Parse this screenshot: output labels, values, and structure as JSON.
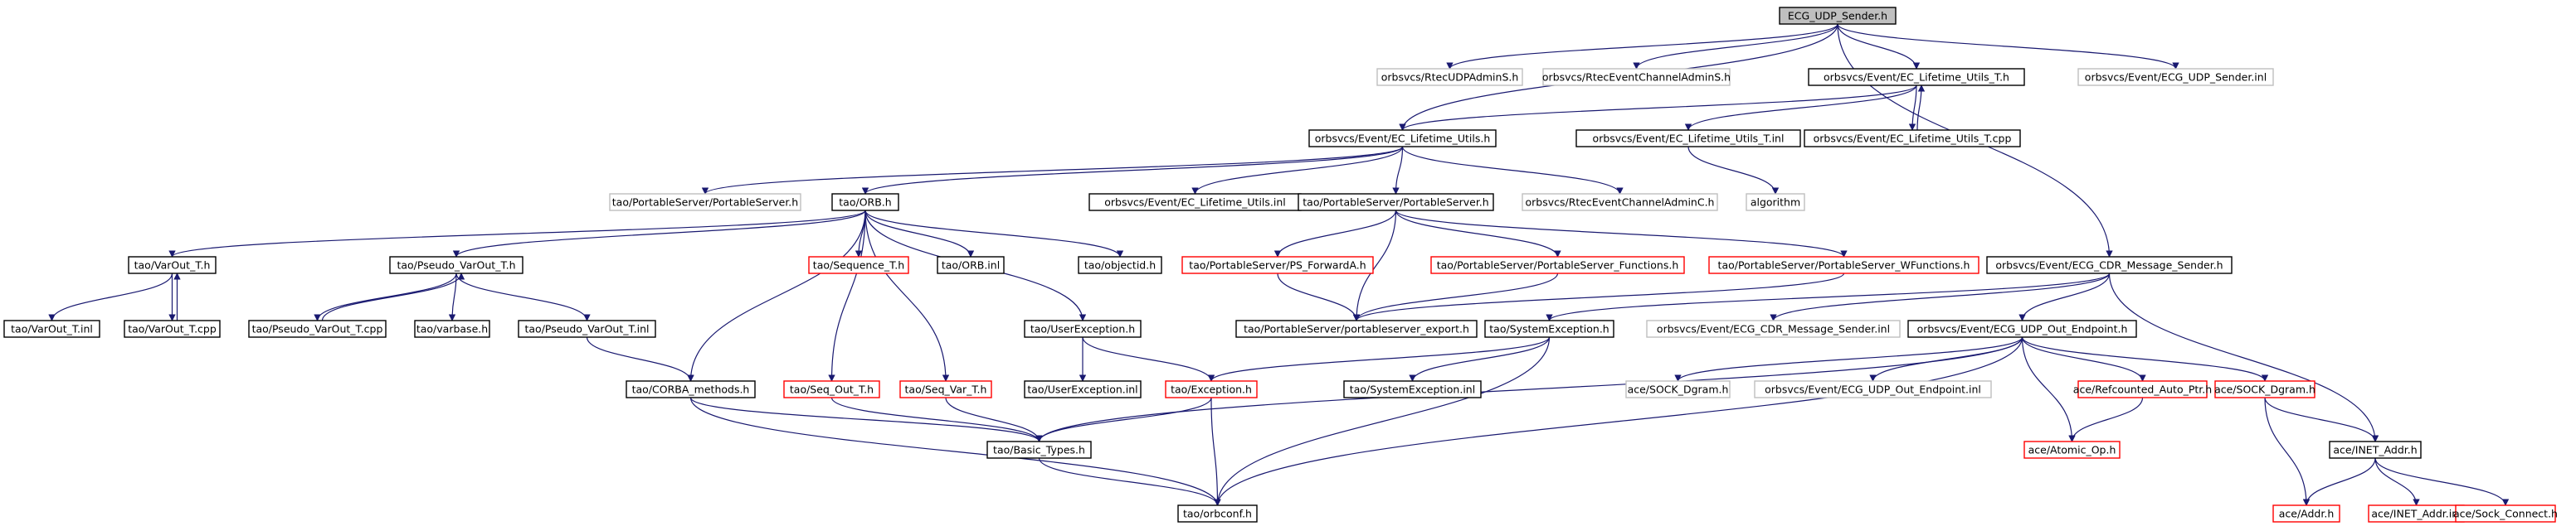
{
  "colors": {
    "edge": "#191970",
    "root_fill": "#bfbfbf",
    "border_black": "#000000",
    "border_red": "#ff0000",
    "border_gray": "#bfbfbf"
  },
  "nodes": [
    {
      "id": "root",
      "label": "ECG_UDP_Sender.h",
      "style": "root"
    },
    {
      "id": "rudp",
      "label": "orbsvcs/RtecUDPAdminS.h",
      "style": "gray"
    },
    {
      "id": "recas",
      "label": "orbsvcs/RtecEventChannelAdminS.h",
      "style": "gray"
    },
    {
      "id": "lut_h",
      "label": "orbsvcs/Event/EC_Lifetime_Utils_T.h",
      "style": "black"
    },
    {
      "id": "sender_inl",
      "label": "orbsvcs/Event/ECG_UDP_Sender.inl",
      "style": "gray"
    },
    {
      "id": "lu_h",
      "label": "orbsvcs/Event/EC_Lifetime_Utils.h",
      "style": "black"
    },
    {
      "id": "lut_inl",
      "label": "orbsvcs/Event/EC_Lifetime_Utils_T.inl",
      "style": "black"
    },
    {
      "id": "lut_cpp",
      "label": "orbsvcs/Event/EC_Lifetime_Utils_T.cpp",
      "style": "black"
    },
    {
      "id": "ps_ps1",
      "label": "tao/PortableServer/PortableServer.h",
      "style": "gray"
    },
    {
      "id": "orb_h",
      "label": "tao/ORB.h",
      "style": "black"
    },
    {
      "id": "lu_inl",
      "label": "orbsvcs/Event/EC_Lifetime_Utils.inl",
      "style": "black"
    },
    {
      "id": "ps_ps2",
      "label": "tao/PortableServer/PortableServer.h",
      "style": "black"
    },
    {
      "id": "recac",
      "label": "orbsvcs/RtecEventChannelAdminC.h",
      "style": "gray"
    },
    {
      "id": "algorithm",
      "label": "algorithm",
      "style": "gray"
    },
    {
      "id": "varout_h",
      "label": "tao/VarOut_T.h",
      "style": "black"
    },
    {
      "id": "pvarout_h",
      "label": "tao/Pseudo_VarOut_T.h",
      "style": "black"
    },
    {
      "id": "seq_t",
      "label": "tao/Sequence_T.h",
      "style": "red"
    },
    {
      "id": "orb_inl",
      "label": "tao/ORB.inl",
      "style": "black"
    },
    {
      "id": "objectid",
      "label": "tao/objectid.h",
      "style": "black"
    },
    {
      "id": "ps_fwd",
      "label": "tao/PortableServer/PS_ForwardA.h",
      "style": "red"
    },
    {
      "id": "ps_func",
      "label": "tao/PortableServer/PortableServer_Functions.h",
      "style": "red"
    },
    {
      "id": "ps_wfunc",
      "label": "tao/PortableServer/PortableServer_WFunctions.h",
      "style": "red"
    },
    {
      "id": "cdr_sender",
      "label": "orbsvcs/Event/ECG_CDR_Message_Sender.h",
      "style": "black"
    },
    {
      "id": "varout_inl",
      "label": "tao/VarOut_T.inl",
      "style": "black"
    },
    {
      "id": "varout_cpp",
      "label": "tao/VarOut_T.cpp",
      "style": "black"
    },
    {
      "id": "pvarout_cpp",
      "label": "tao/Pseudo_VarOut_T.cpp",
      "style": "black"
    },
    {
      "id": "varbase",
      "label": "tao/varbase.h",
      "style": "black"
    },
    {
      "id": "pvarout_inl",
      "label": "tao/Pseudo_VarOut_T.inl",
      "style": "black"
    },
    {
      "id": "userexc_h",
      "label": "tao/UserException.h",
      "style": "black"
    },
    {
      "id": "ps_export",
      "label": "tao/PortableServer/portableserver_export.h",
      "style": "black"
    },
    {
      "id": "sysexc_h",
      "label": "tao/SystemException.h",
      "style": "black"
    },
    {
      "id": "cdr_sender_inl",
      "label": "orbsvcs/Event/ECG_CDR_Message_Sender.inl",
      "style": "gray"
    },
    {
      "id": "udp_out",
      "label": "orbsvcs/Event/ECG_UDP_Out_Endpoint.h",
      "style": "black"
    },
    {
      "id": "corba_methods",
      "label": "tao/CORBA_methods.h",
      "style": "black"
    },
    {
      "id": "seq_out",
      "label": "tao/Seq_Out_T.h",
      "style": "red"
    },
    {
      "id": "seq_var",
      "label": "tao/Seq_Var_T.h",
      "style": "red"
    },
    {
      "id": "userexc_inl",
      "label": "tao/UserException.inl",
      "style": "black"
    },
    {
      "id": "exception_h",
      "label": "tao/Exception.h",
      "style": "red"
    },
    {
      "id": "sysexc_inl",
      "label": "tao/SystemException.inl",
      "style": "black"
    },
    {
      "id": "sock_dgram_g",
      "label": "ace/SOCK_Dgram.h",
      "style": "gray"
    },
    {
      "id": "udp_out_inl",
      "label": "orbsvcs/Event/ECG_UDP_Out_Endpoint.inl",
      "style": "gray"
    },
    {
      "id": "refcounted",
      "label": "ace/Refcounted_Auto_Ptr.h",
      "style": "red"
    },
    {
      "id": "sock_dgram_r",
      "label": "ace/SOCK_Dgram.h",
      "style": "red"
    },
    {
      "id": "basic_types",
      "label": "tao/Basic_Types.h",
      "style": "black"
    },
    {
      "id": "atomic_op",
      "label": "ace/Atomic_Op.h",
      "style": "red"
    },
    {
      "id": "inet_addr",
      "label": "ace/INET_Addr.h",
      "style": "black"
    },
    {
      "id": "orbconf",
      "label": "tao/orbconf.h",
      "style": "black"
    },
    {
      "id": "addr_h",
      "label": "ace/Addr.h",
      "style": "red"
    },
    {
      "id": "inet_addr_inl",
      "label": "ace/INET_Addr.inl",
      "style": "red"
    },
    {
      "id": "sock_connect",
      "label": "ace/Sock_Connect.h",
      "style": "red"
    }
  ],
  "edges": [
    [
      "root",
      "rudp"
    ],
    [
      "root",
      "recas"
    ],
    [
      "root",
      "lut_h"
    ],
    [
      "root",
      "sender_inl"
    ],
    [
      "root",
      "lu_h"
    ],
    [
      "root",
      "cdr_sender"
    ],
    [
      "lut_h",
      "lu_h"
    ],
    [
      "lut_h",
      "lut_inl"
    ],
    [
      "lut_h",
      "lut_cpp"
    ],
    [
      "lut_cpp",
      "lut_h"
    ],
    [
      "lut_inl",
      "algorithm"
    ],
    [
      "lu_h",
      "ps_ps1"
    ],
    [
      "lu_h",
      "orb_h"
    ],
    [
      "lu_h",
      "lu_inl"
    ],
    [
      "lu_h",
      "ps_ps2"
    ],
    [
      "lu_h",
      "recac"
    ],
    [
      "orb_h",
      "varout_h"
    ],
    [
      "orb_h",
      "pvarout_h"
    ],
    [
      "orb_h",
      "seq_t"
    ],
    [
      "orb_h",
      "orb_inl"
    ],
    [
      "orb_h",
      "objectid"
    ],
    [
      "orb_h",
      "userexc_h"
    ],
    [
      "orb_h",
      "corba_methods"
    ],
    [
      "orb_h",
      "seq_out"
    ],
    [
      "orb_h",
      "seq_var"
    ],
    [
      "ps_ps2",
      "ps_fwd"
    ],
    [
      "ps_ps2",
      "ps_func"
    ],
    [
      "ps_ps2",
      "ps_wfunc"
    ],
    [
      "ps_ps2",
      "ps_export"
    ],
    [
      "ps_fwd",
      "ps_export"
    ],
    [
      "ps_func",
      "ps_export"
    ],
    [
      "ps_wfunc",
      "ps_export"
    ],
    [
      "varout_h",
      "varout_inl"
    ],
    [
      "varout_h",
      "varout_cpp"
    ],
    [
      "varout_cpp",
      "varout_h"
    ],
    [
      "pvarout_h",
      "pvarout_cpp"
    ],
    [
      "pvarout_cpp",
      "pvarout_h"
    ],
    [
      "pvarout_h",
      "varbase"
    ],
    [
      "pvarout_h",
      "pvarout_inl"
    ],
    [
      "pvarout_inl",
      "corba_methods"
    ],
    [
      "userexc_h",
      "userexc_inl"
    ],
    [
      "userexc_h",
      "exception_h"
    ],
    [
      "cdr_sender",
      "sysexc_h"
    ],
    [
      "cdr_sender",
      "cdr_sender_inl"
    ],
    [
      "cdr_sender",
      "udp_out"
    ],
    [
      "cdr_sender",
      "inet_addr"
    ],
    [
      "sysexc_h",
      "exception_h"
    ],
    [
      "sysexc_h",
      "sysexc_inl"
    ],
    [
      "sysexc_h",
      "orbconf"
    ],
    [
      "udp_out",
      "sock_dgram_g"
    ],
    [
      "udp_out",
      "udp_out_inl"
    ],
    [
      "udp_out",
      "refcounted"
    ],
    [
      "udp_out",
      "sock_dgram_r"
    ],
    [
      "udp_out",
      "atomic_op"
    ],
    [
      "udp_out",
      "basic_types"
    ],
    [
      "udp_out",
      "orbconf"
    ],
    [
      "corba_methods",
      "basic_types"
    ],
    [
      "corba_methods",
      "orbconf"
    ],
    [
      "seq_out",
      "basic_types"
    ],
    [
      "seq_var",
      "basic_types"
    ],
    [
      "exception_h",
      "basic_types"
    ],
    [
      "exception_h",
      "orbconf"
    ],
    [
      "basic_types",
      "orbconf"
    ],
    [
      "refcounted",
      "atomic_op"
    ],
    [
      "sock_dgram_r",
      "inet_addr"
    ],
    [
      "sock_dgram_r",
      "addr_h"
    ],
    [
      "inet_addr",
      "addr_h"
    ],
    [
      "inet_addr",
      "inet_addr_inl"
    ],
    [
      "inet_addr",
      "sock_connect"
    ]
  ]
}
